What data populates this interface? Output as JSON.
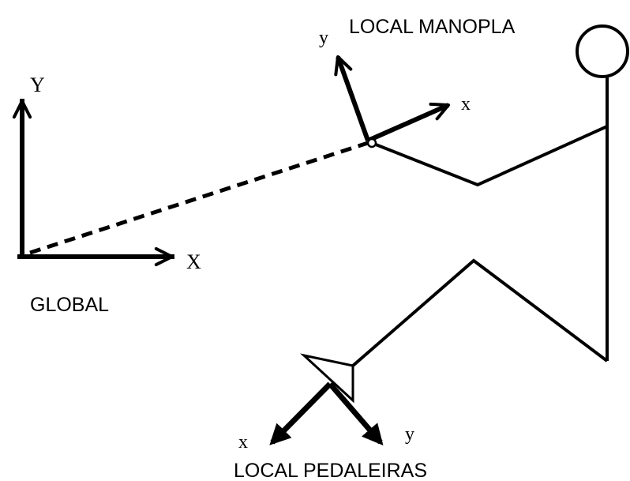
{
  "labels": {
    "global_y": "Y",
    "global_x": "X",
    "global": "GLOBAL",
    "local_manopla": "LOCAL MANOPLA",
    "manopla_x": "x",
    "manopla_y": "y",
    "pedaleiras_x": "x",
    "pedaleiras_y": "y",
    "local_pedaleiras": "LOCAL PEDALEIRAS"
  },
  "colors": {
    "ink": "#000000",
    "background": "#ffffff"
  }
}
